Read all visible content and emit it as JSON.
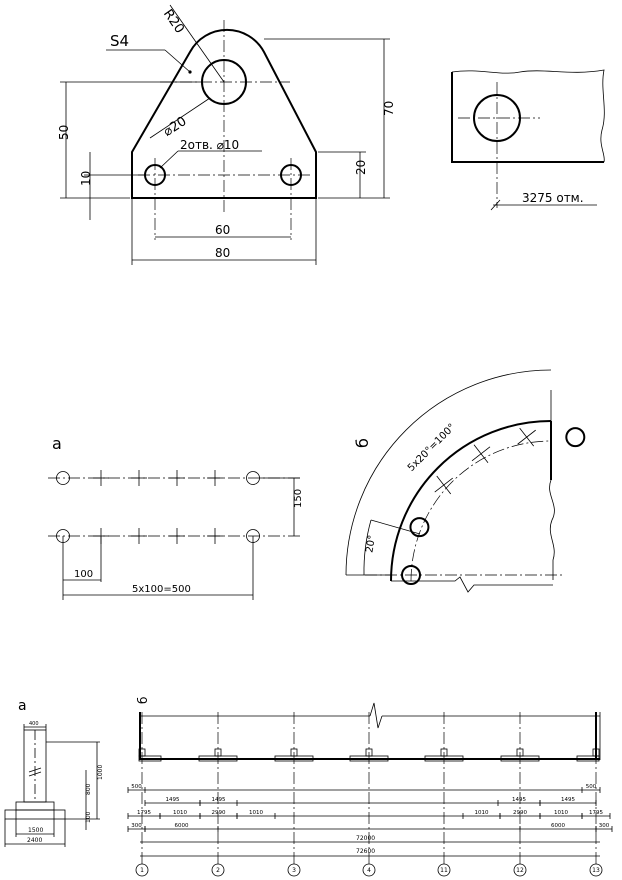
{
  "drawing1": {
    "radius_label": "R20",
    "thickness_label": "S4",
    "hole_big_label": "⌀20",
    "holes_small_label": "2отв. ⌀10",
    "dim_50": "50",
    "dim_10": "10",
    "dim_70": "70",
    "dim_20": "20",
    "dim_60": "60",
    "dim_80": "80"
  },
  "drawing2": {
    "elevation_label": "3275 отм."
  },
  "drawing_a": {
    "label": "а",
    "dim_150": "150",
    "dim_100": "100",
    "dim_total": "5х100=500"
  },
  "drawing_b": {
    "label": "б",
    "angle_total": "5х20°=100°",
    "angle_single": "20°"
  },
  "drawing_c": {
    "label_a": "а",
    "label_b": "б",
    "col_top": "400",
    "col_height": "1000",
    "col_mid": "800",
    "col_base": "100",
    "base_inner": "1500",
    "base_outer": "2400",
    "row1": [
      "500",
      "500"
    ],
    "row2": [
      "1495",
      "1495",
      "1495",
      "1495"
    ],
    "row3": [
      "1795",
      "1010",
      "2990",
      "1010",
      "1010",
      "2990",
      "1010",
      "1795"
    ],
    "row4": [
      "300",
      "6000",
      "6000",
      "300"
    ],
    "total_inner": "72000",
    "total_outer": "72600",
    "axes": [
      "1",
      "2",
      "3",
      "4",
      "11",
      "12",
      "13"
    ]
  }
}
